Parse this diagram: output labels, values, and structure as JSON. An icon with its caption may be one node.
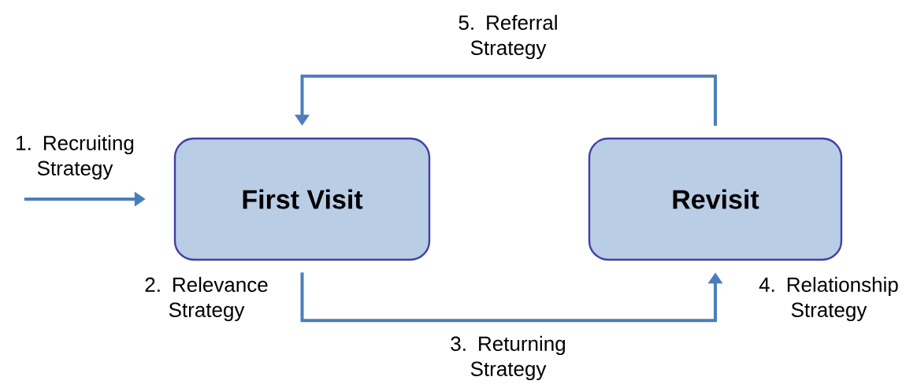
{
  "diagram": {
    "nodes": [
      {
        "text": [
          "First Visit"
        ]
      },
      {
        "text": [
          "Revisit"
        ]
      }
    ],
    "edges": [
      {
        "from": null,
        "to": 0,
        "arrow": "to",
        "label": "1. Recruiting Strategy"
      },
      {
        "from": 0,
        "to": 1,
        "arrow": "to",
        "label": "3. Returning Strategy"
      },
      {
        "from": 1,
        "to": 0,
        "arrow": "to",
        "label": "5. Referral Strategy"
      }
    ],
    "labels": [
      "2. Relevance Strategy",
      "4. Relationship Strategy"
    ]
  }
}
